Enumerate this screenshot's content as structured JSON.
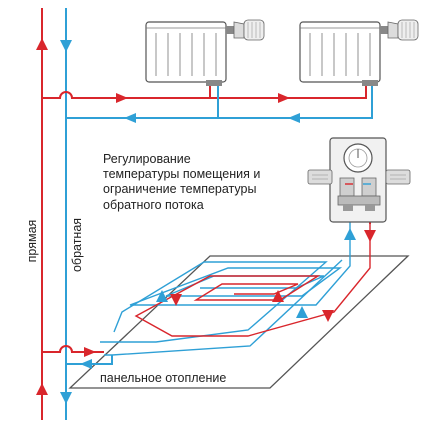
{
  "labels": {
    "supply": "прямая",
    "return": "обратная",
    "description": [
      "Регулирование",
      "температуры помещения и",
      "ограничение температуры",
      "обратного потока"
    ],
    "panel_heating": "панельное отопление"
  },
  "icons": {
    "radiator": "radiator-icon",
    "valve": "thermostatic-valve-icon",
    "control_unit": "floor-heating-control-unit-icon"
  },
  "colors": {
    "supply": "#d9262c",
    "return": "#2fa0d6",
    "outline": "#555555"
  }
}
